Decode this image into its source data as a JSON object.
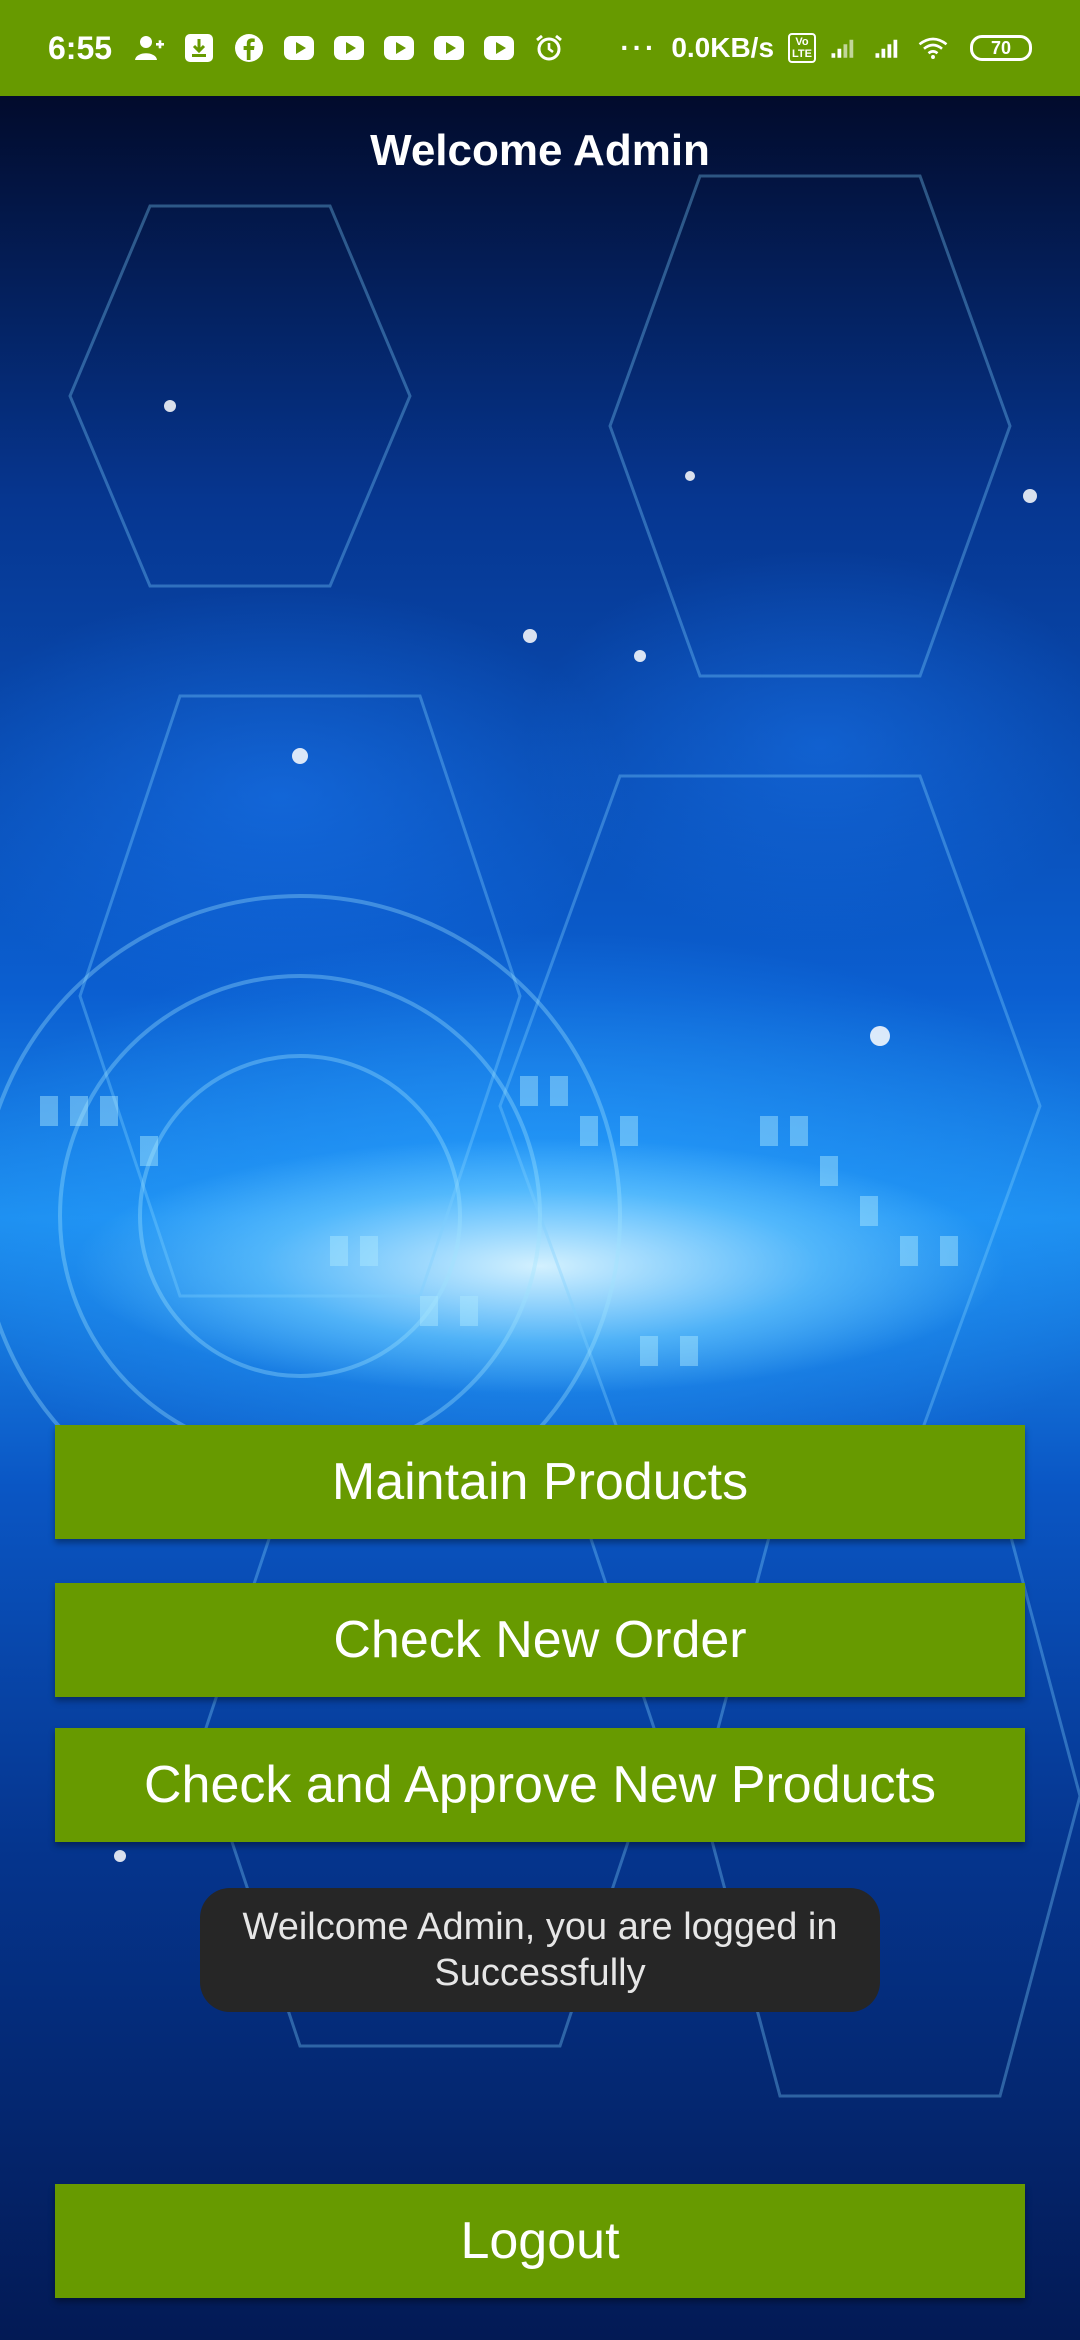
{
  "status_bar": {
    "time": "6:55",
    "dots": "···",
    "network_speed": "0.0KB/s",
    "volte_top": "Vo",
    "volte_bottom": "LTE",
    "battery": "70"
  },
  "header": {
    "title": "Welcome Admin"
  },
  "buttons": {
    "maintain_products": "Maintain Products",
    "check_new_order": "Check New Order",
    "approve_products": "Check and Approve New Products",
    "logout": "Logout"
  },
  "toast": {
    "line1": "Weilcome Admin, you are logged in",
    "line2": "Successfully"
  },
  "colors": {
    "accent": "#679a00",
    "toast_bg": "#262626"
  }
}
